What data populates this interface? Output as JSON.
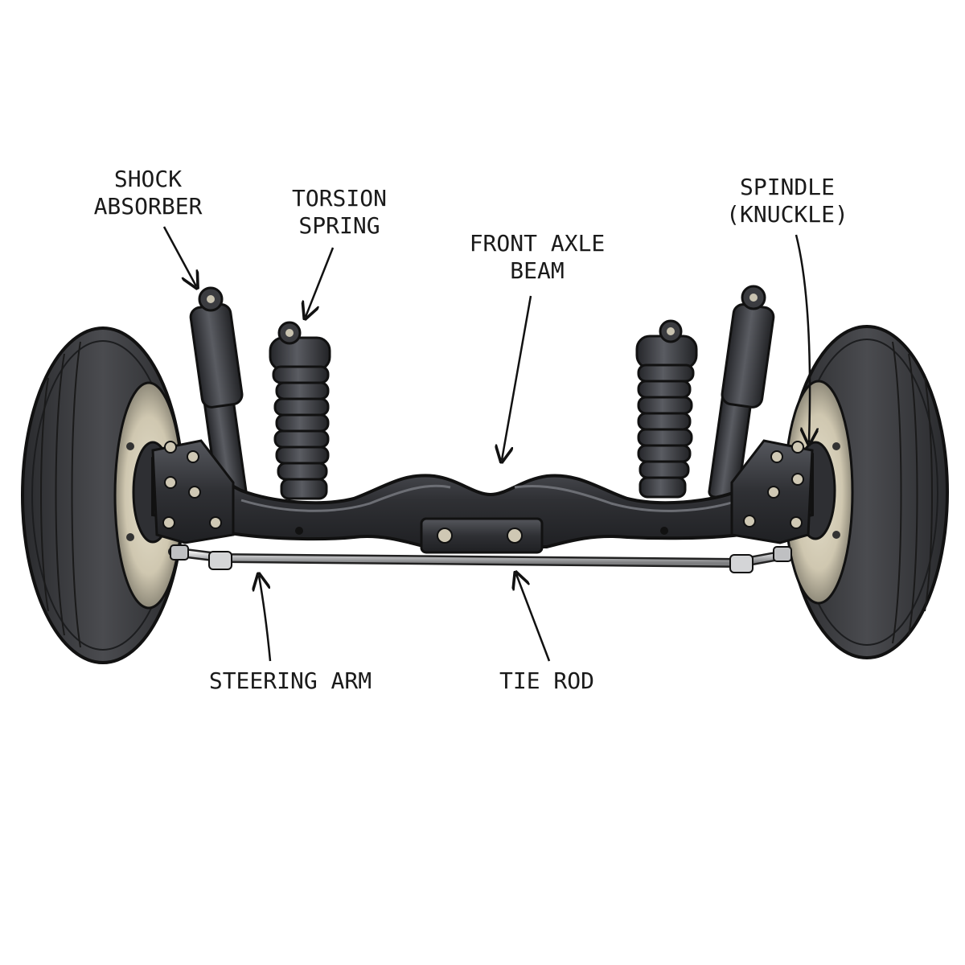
{
  "labels": {
    "shock_absorber": [
      "SHOCK",
      "ABSORBER"
    ],
    "torsion_spring": [
      "TORSION",
      "SPRING"
    ],
    "front_axle_beam": [
      "FRONT AXLE",
      "BEAM"
    ],
    "spindle": [
      "SPINDLE",
      "(KNUCKLE)"
    ],
    "steering_arm": "STEERING ARM",
    "tie_rod": "TIE ROD"
  },
  "colors": {
    "background": "#ffffff",
    "metal_dark": "#2b2c30",
    "metal_mid": "#45474d",
    "tire": "#3a3b3e",
    "rim": "#cfc8b4",
    "outline": "#111111",
    "rod": "#c9cacc"
  }
}
